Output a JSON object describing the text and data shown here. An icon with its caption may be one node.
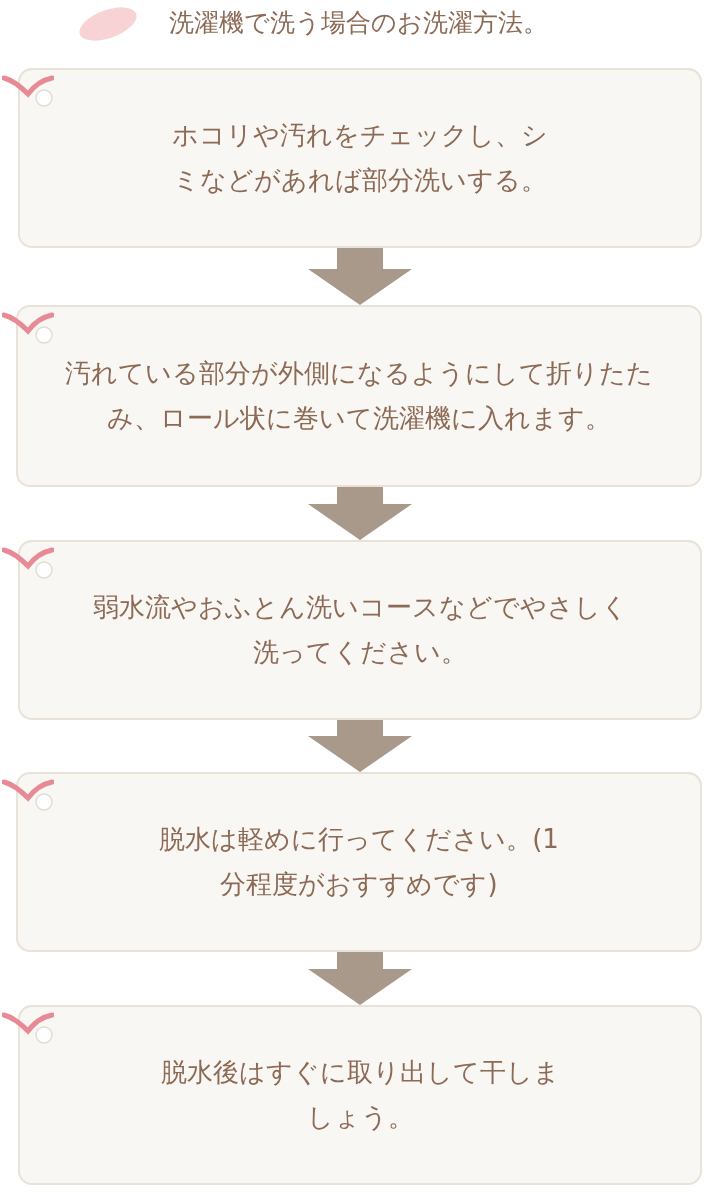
{
  "diagram": {
    "title": "洗濯機で洗う場合のお洗濯方法。",
    "nodes": [
      {
        "text": [
          "ホコリや汚れをチェックし、シミなどがあれば部分洗いする。"
        ]
      },
      {
        "text": [
          "汚れている部分が外側になるようにして折りたたみ、ロール状に巻いて洗濯機に入れます。"
        ]
      },
      {
        "text": [
          "弱水流やおふとん洗いコースなどでやさしく洗ってください。"
        ]
      },
      {
        "text": [
          "脱水は軽めに行ってください。(1分程度がおすすめです)"
        ]
      },
      {
        "text": [
          "脱水後はすぐに取り出して干しましょう。"
        ]
      }
    ],
    "edges": [
      {
        "from": 0,
        "to": 1,
        "arrow": "to"
      },
      {
        "from": 1,
        "to": 2,
        "arrow": "to"
      },
      {
        "from": 2,
        "to": 3,
        "arrow": "to"
      },
      {
        "from": 3,
        "to": 4,
        "arrow": "to"
      }
    ]
  }
}
